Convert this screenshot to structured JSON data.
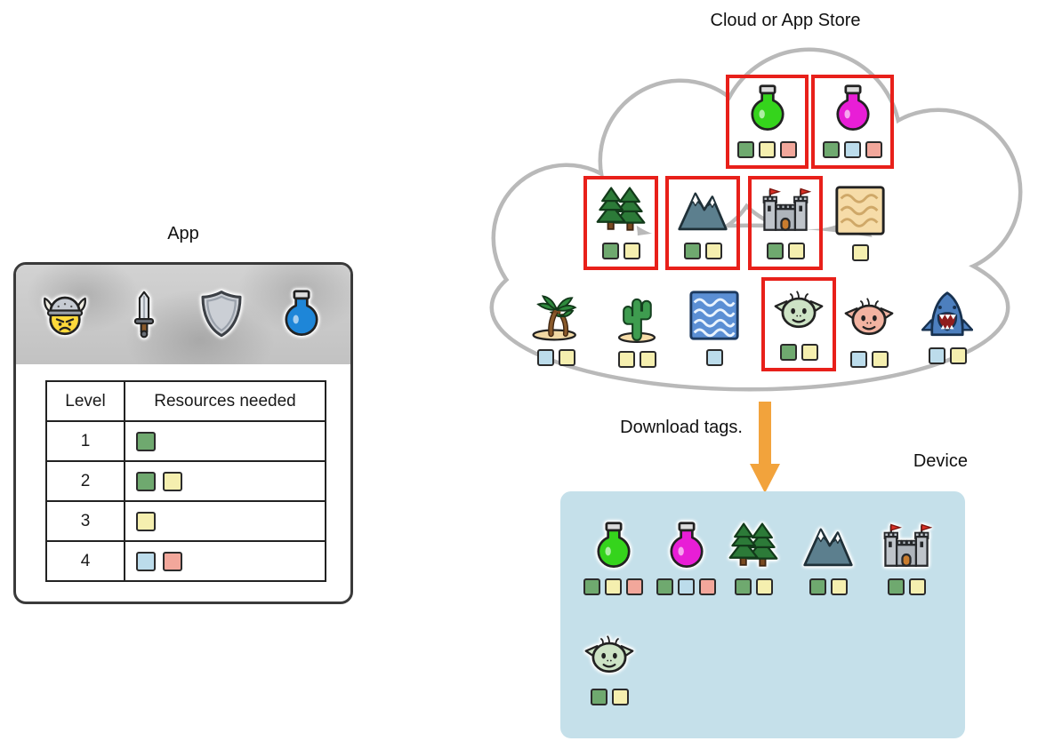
{
  "app": {
    "title": "App",
    "header_icons": [
      "viking-helmet",
      "sword",
      "shield",
      "blue-potion"
    ],
    "table": {
      "headers": [
        "Level",
        "Resources needed"
      ],
      "rows": [
        {
          "level": "1",
          "tags": [
            "green"
          ]
        },
        {
          "level": "2",
          "tags": [
            "green",
            "yellow"
          ]
        },
        {
          "level": "3",
          "tags": [
            "yellow"
          ]
        },
        {
          "level": "4",
          "tags": [
            "blue",
            "pink"
          ]
        }
      ]
    }
  },
  "cloud": {
    "title": "Cloud or App Store",
    "rows": [
      [
        {
          "icon": "green-potion",
          "selected": true,
          "tags": [
            "green",
            "yellow",
            "pink"
          ]
        },
        {
          "icon": "magenta-potion",
          "selected": true,
          "tags": [
            "green",
            "blue",
            "pink"
          ]
        }
      ],
      [
        {
          "icon": "pine-trees",
          "selected": true,
          "tags": [
            "green",
            "yellow"
          ]
        },
        {
          "icon": "mountain",
          "selected": true,
          "tags": [
            "green",
            "yellow"
          ]
        },
        {
          "icon": "castle",
          "selected": true,
          "tags": [
            "green",
            "yellow"
          ]
        },
        {
          "icon": "sand",
          "selected": false,
          "tags": [
            "yellow"
          ]
        }
      ],
      [
        {
          "icon": "palm-trees",
          "selected": false,
          "tags": [
            "blue",
            "yellow"
          ]
        },
        {
          "icon": "cactus",
          "selected": false,
          "tags": [
            "yellow",
            "yellow"
          ]
        },
        {
          "icon": "water",
          "selected": false,
          "tags": [
            "blue"
          ]
        },
        {
          "icon": "green-goblin",
          "selected": true,
          "tags": [
            "green",
            "yellow"
          ]
        },
        {
          "icon": "pink-goblin",
          "selected": false,
          "tags": [
            "blue",
            "yellow"
          ]
        },
        {
          "icon": "shark",
          "selected": false,
          "tags": [
            "blue",
            "yellow"
          ]
        }
      ]
    ]
  },
  "download_label": "Download tags.",
  "device": {
    "title": "Device",
    "rows": [
      [
        {
          "icon": "green-potion",
          "tags": [
            "green",
            "yellow",
            "pink"
          ]
        },
        {
          "icon": "magenta-potion",
          "tags": [
            "green",
            "blue",
            "pink"
          ]
        },
        {
          "icon": "pine-trees",
          "tags": [
            "green",
            "yellow"
          ]
        },
        {
          "icon": "mountain",
          "tags": [
            "green",
            "yellow"
          ]
        },
        {
          "icon": "castle",
          "tags": [
            "green",
            "yellow"
          ]
        }
      ],
      [
        {
          "icon": "green-goblin",
          "tags": [
            "green",
            "yellow"
          ]
        }
      ]
    ]
  },
  "colors": {
    "tags": {
      "green": "#6FA96F",
      "yellow": "#F5EFAF",
      "blue": "#BCDCEB",
      "pink": "#F2A79B"
    },
    "highlight_red": "#E8201A",
    "arrow_orange": "#F2A33C",
    "device_bg": "#C5E0EA",
    "cloud_outline": "#B9B9B9"
  }
}
